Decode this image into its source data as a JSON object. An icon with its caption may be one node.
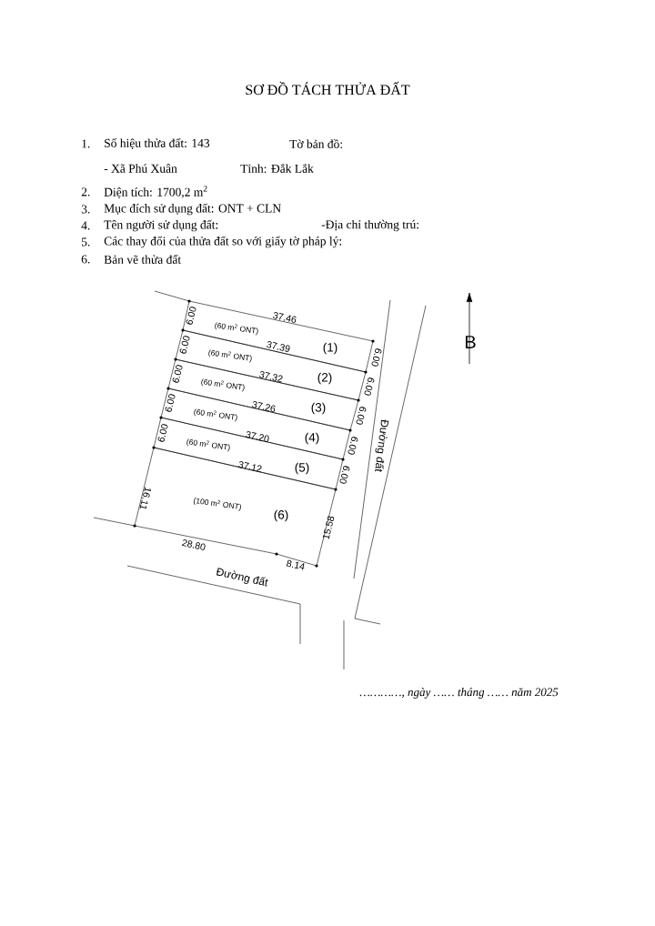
{
  "diagram": {
    "title": "SƠ ĐỒ TÁCH THỬA ĐẤT",
    "nodes": [
      {
        "text": [
          "(60 m$^{2}$ ONT)",
          "(1)"
        ]
      },
      {
        "text": [
          "(60 m$^{2}$ ONT)",
          "(2)"
        ]
      },
      {
        "text": [
          "(60 m$^{2}$ ONT)",
          "(3)"
        ]
      },
      {
        "text": [
          "(60 m$^{2}$ ONT)",
          "(4)"
        ]
      },
      {
        "text": [
          "(60 m$^{2}$ ONT)",
          "(5)"
        ]
      },
      {
        "text": [
          "(100 m$^{2}$ ONT)",
          "(6)"
        ]
      }
    ],
    "labels": [
      "1.",
      "Số hiệu thửa đất:  143",
      "Tờ bản đồ:",
      "- Xã Phú Xuân",
      "Tỉnh: Đắk Lắk",
      "2.",
      "Diện tích: 1700,2 m$^{2}$",
      "3.",
      "Mục đích sử dụng đất: ONT + CLN",
      "4.",
      "Tên người sử dụng đất:",
      "-Địa chỉ thường trú:",
      "5.",
      "Các thay đổi của thửa đất so với giấy tờ pháp lý:",
      "6.",
      "Bản vẽ thửa đất",
      "B",
      "37.46",
      "6.00",
      "6.00",
      "6.00",
      "6.00",
      "6.00",
      "37.39",
      "37.32",
      "37.26",
      "37.20",
      "37.12",
      "6.00",
      "6.00",
      "6.00",
      "6.00",
      "6.00",
      "Đường đất",
      "16.11",
      "15.58",
      "28.80",
      "8.14",
      "Đường đất",
      "…………, ngày …… tháng …… năm 2025"
    ]
  }
}
